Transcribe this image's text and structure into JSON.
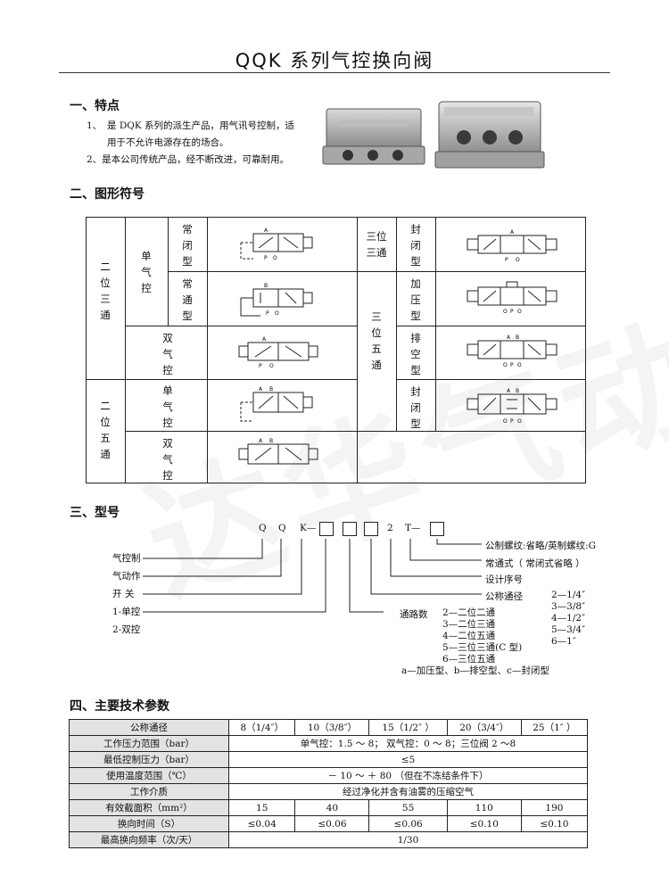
{
  "title": "QQK 系列气控换向阀",
  "sections": {
    "s1": "一、特点",
    "s2": "二、图形符号",
    "s3": "三、型号",
    "s4": "四、主要技术参数"
  },
  "features": {
    "f1_num": "1、",
    "f1_a": "是 DQK 系列的派生产品，用气讯号控制，适",
    "f1_b": "用于不允许电源存在的场合。",
    "f2": "2、是本公司传统产品，经不断改进，可靠耐用。"
  },
  "watermark": "达华气动",
  "symbols": {
    "two_pos_three_way": "二\n位\n三\n通",
    "two_pos_five_way": "二\n位\n五\n通",
    "single": "单\n气\n控",
    "double": "双\n气\n控",
    "nc": "常\n闭\n型",
    "no": "常\n通\n型",
    "single2": "单\n气\n控",
    "double2": "双\n气\n控",
    "three_pos_three_way": "三位\n三通",
    "three_pos_five_way": "三\n位\n五\n通",
    "sealed": "封\n闭\n型",
    "pressurized": "加\n压\n型",
    "exhaust": "排\n空\n型",
    "sealed2": "封\n闭\n型"
  },
  "model": {
    "code_q1": "Q",
    "code_q2": "Q",
    "code_k": "K—",
    "code_2": "2",
    "code_t": "T—",
    "left_labels": [
      "气控制",
      "气动作",
      "开  关",
      "1-单控",
      "2-双控"
    ],
    "thread": "公制螺纹:省略/英制螺纹:G",
    "normal": "常通式（ 常闭式省略 ）",
    "design": "设计序号",
    "nominal": "公称通径",
    "sizes": [
      "2—1/4″",
      "3—3/8″",
      "4—1/2″",
      "5—3/4″",
      "6—1″"
    ],
    "ways_title": "通路数",
    "ways": [
      "2—二位二通",
      "3—二位三通",
      "4—二位五通",
      "5—三位三通(C 型)",
      "6—三位五通"
    ],
    "variants": "a—加压型、b—排空型、c—封闭型"
  },
  "spec": {
    "rows": [
      {
        "label": "公称通径",
        "cells": [
          "8（1/4″）",
          "10（3/8″）",
          "15（1/2″ ）",
          "20（3/4″）",
          "25（1″ ）"
        ]
      },
      {
        "label": "工作压力范围（bar）",
        "span": "单气控：1.5 ～ 8； 双气控：0 ～ 8；三位阀 2 ～8"
      },
      {
        "label": "最低控制压力（bar）",
        "span": "≤5"
      },
      {
        "label": "使用温度范围（℃）",
        "span": "－ 10 ～ ＋ 80 （但在不冻结条件下）"
      },
      {
        "label": "工作介质",
        "span": "经过净化并含有油雾的压缩空气"
      },
      {
        "label": "有效截面积（mm²）",
        "cells": [
          "15",
          "40",
          "55",
          "110",
          "190"
        ]
      },
      {
        "label": "换向时间（S）",
        "cells": [
          "≤0.04",
          "≤0.06",
          "≤0.06",
          "≤0.10",
          "≤0.10"
        ]
      },
      {
        "label": "最高换向频率（次/天）",
        "span": "1/30"
      }
    ]
  },
  "port": {
    "A": "A",
    "B": "B",
    "P": "P",
    "O": "O"
  }
}
